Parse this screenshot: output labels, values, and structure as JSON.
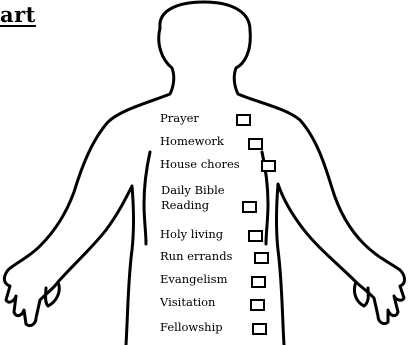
{
  "title": "art",
  "checklist": [
    {
      "label": "Prayer"
    },
    {
      "label": "Homework"
    },
    {
      "label": "House chores"
    },
    {
      "label_line1": "Daily Bible",
      "label_line2": "Reading"
    },
    {
      "label": "Holy living"
    },
    {
      "label": "Run errands"
    },
    {
      "label": "Evangelism"
    },
    {
      "label": "Visitation"
    },
    {
      "label": "Fellowship"
    }
  ]
}
